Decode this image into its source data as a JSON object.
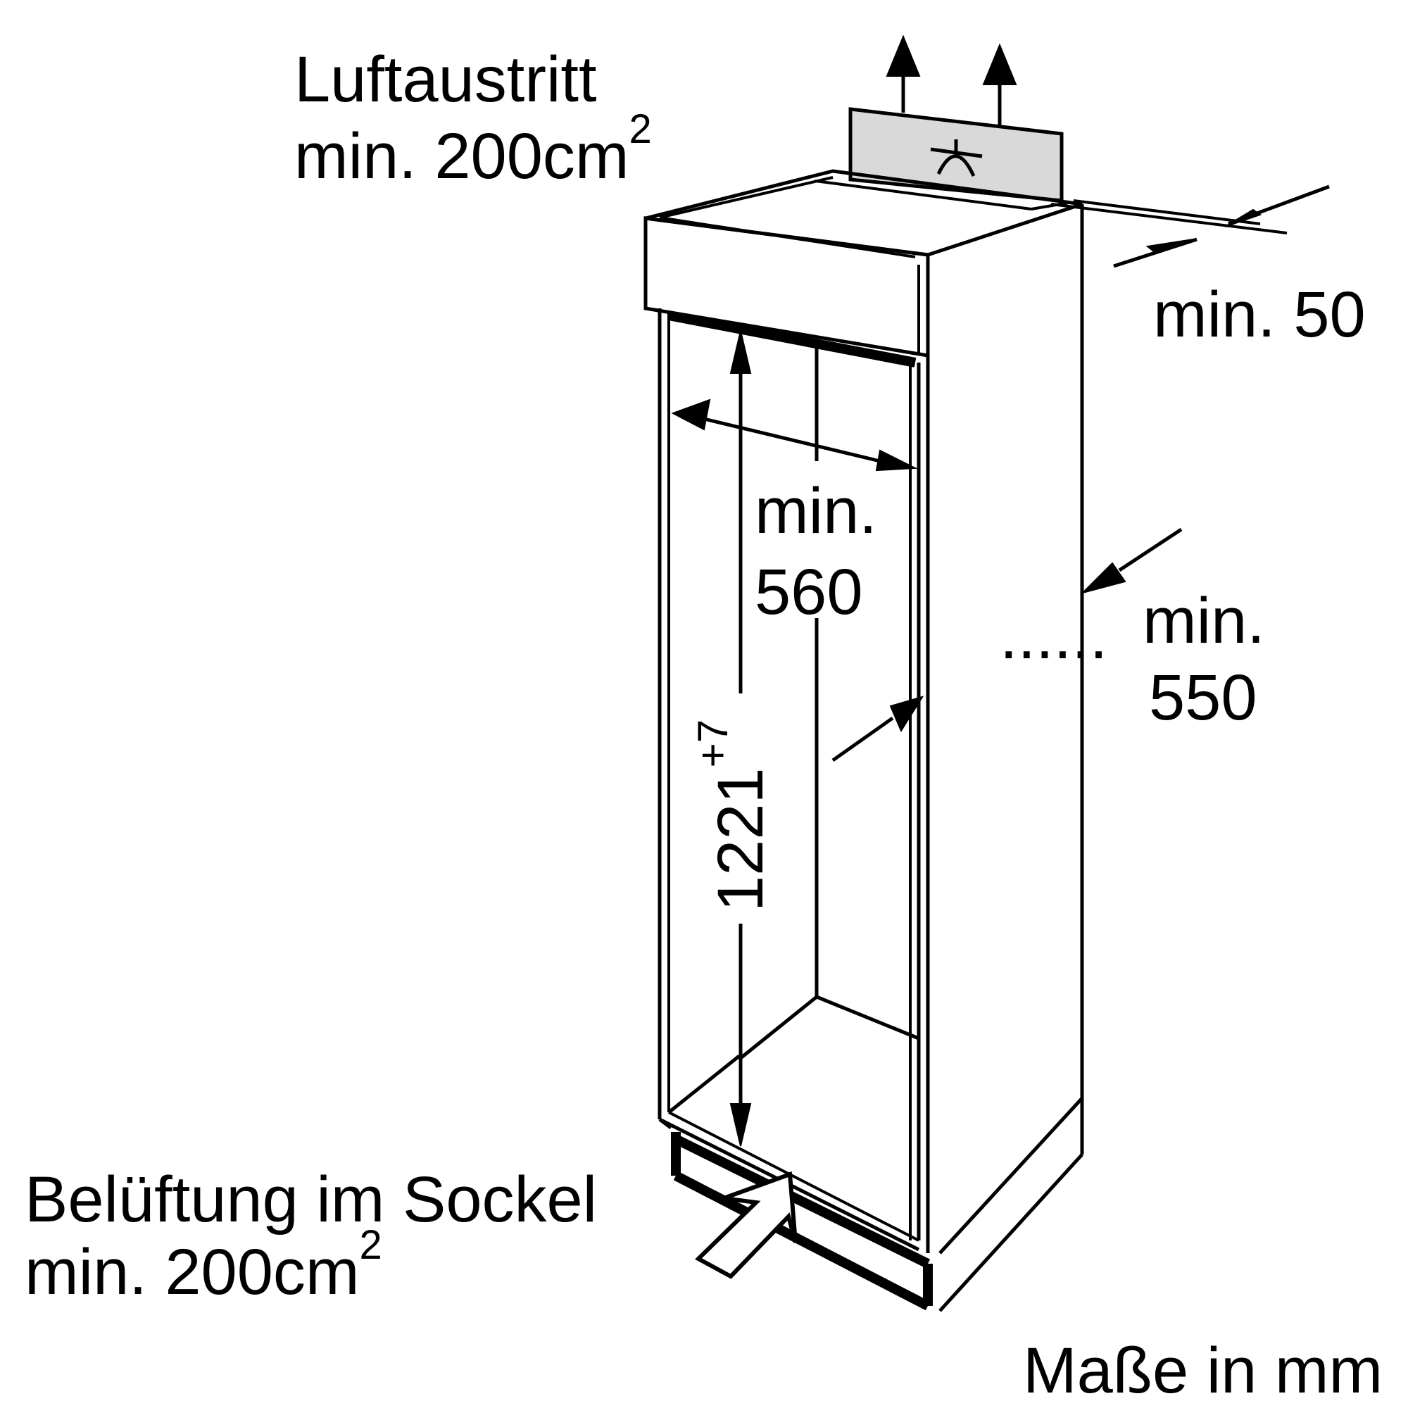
{
  "labels": {
    "air_outlet_line1": "Luftaustritt",
    "air_outlet_line2": "min. 200cm",
    "air_outlet_sup": "2",
    "plinth_vent_line1": "Belüftung im Sockel",
    "plinth_vent_line2": "min. 200cm",
    "plinth_vent_sup": "2",
    "width_line1": "min.",
    "width_line2": "560",
    "depth_line1": "min.",
    "depth_line2": "550",
    "gap": "min. 50",
    "height": "1221",
    "height_tolerance": "+7",
    "dots": "......",
    "units": "Maße in mm"
  },
  "colors": {
    "line": "#000000",
    "vent_fill": "#d9d9d9",
    "background": "#ffffff"
  },
  "icons": {
    "vent_symbol": "fan-vent-icon"
  }
}
